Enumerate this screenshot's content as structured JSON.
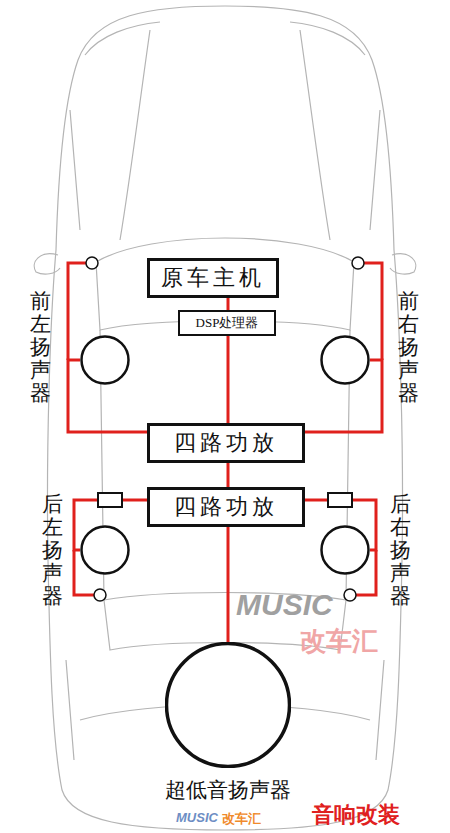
{
  "diagram": {
    "nodes": [
      {
        "text": [
          "原车主机"
        ]
      },
      {
        "text": [
          "DSP处理器"
        ]
      },
      {
        "text": [
          "前左扬声器"
        ]
      },
      {
        "text": [
          "前右扬声器"
        ]
      },
      {
        "text": [
          "四路功放"
        ]
      },
      {
        "text": [
          "后左扬声器"
        ]
      },
      {
        "text": [
          "四路功放"
        ]
      },
      {
        "text": [
          "后右扬声器"
        ]
      },
      {
        "text": [
          "超低音扬声器"
        ]
      }
    ],
    "edges": [
      {
        "from": 0,
        "to": 1,
        "arrow": "none"
      },
      {
        "from": 1,
        "to": 4,
        "arrow": "none"
      },
      {
        "from": 4,
        "to": 2,
        "arrow": "none"
      },
      {
        "from": 4,
        "to": 3,
        "arrow": "none"
      },
      {
        "from": 4,
        "to": 6,
        "arrow": "none"
      },
      {
        "from": 6,
        "to": 5,
        "arrow": "none"
      },
      {
        "from": 6,
        "to": 7,
        "arrow": "none"
      },
      {
        "from": 6,
        "to": 8,
        "arrow": "none"
      }
    ],
    "labels": [
      "MUSIC",
      "改车汇",
      "MUSIC",
      "改车汇",
      "音响改装"
    ]
  }
}
